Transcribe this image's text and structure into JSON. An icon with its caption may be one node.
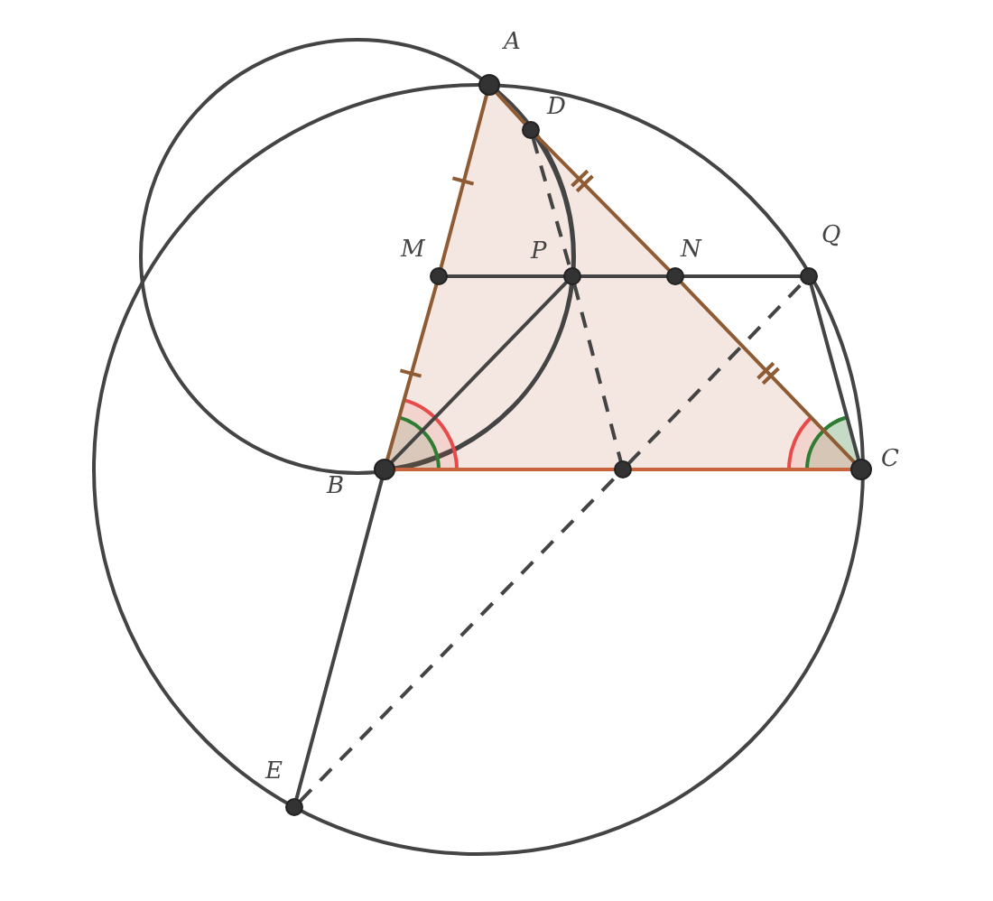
{
  "diagram": {
    "nodes": [
      {
        "text": [],
        "shape": "circle",
        "beside": [
          "A"
        ]
      },
      {
        "text": [],
        "shape": "circle",
        "beside": [
          "D"
        ]
      },
      {
        "text": [],
        "shape": "circle",
        "beside": [
          "M"
        ]
      },
      {
        "text": [],
        "shape": "circle",
        "beside": [
          "P"
        ]
      },
      {
        "text": [],
        "shape": "circle",
        "beside": [
          "N"
        ]
      },
      {
        "text": [],
        "shape": "circle",
        "beside": [
          "Q"
        ]
      },
      {
        "text": [],
        "shape": "circle",
        "beside": [
          "B"
        ]
      },
      {
        "text": [],
        "shape": "circle"
      },
      {
        "text": [],
        "shape": "circle",
        "beside": [
          "C"
        ]
      },
      {
        "text": [],
        "shape": "circle",
        "beside": [
          "E"
        ]
      }
    ],
    "edges": [
      {
        "from": 0,
        "to": 2,
        "arrow": "none",
        "color": "#8e5b34"
      },
      {
        "from": 2,
        "to": 6,
        "arrow": "none",
        "color": "#8e5b34"
      },
      {
        "from": 0,
        "to": 1,
        "arrow": "none",
        "color": "#8e5b34"
      },
      {
        "from": 1,
        "to": 4,
        "arrow": "none",
        "color": "#8e5b34"
      },
      {
        "from": 4,
        "to": 8,
        "arrow": "none",
        "color": "#8e5b34"
      },
      {
        "from": 6,
        "to": 7,
        "arrow": "none",
        "color": "#c8643c"
      },
      {
        "from": 7,
        "to": 8,
        "arrow": "none",
        "color": "#c8643c"
      },
      {
        "from": 2,
        "to": 3,
        "arrow": "none"
      },
      {
        "from": 3,
        "to": 4,
        "arrow": "none"
      },
      {
        "from": 4,
        "to": 5,
        "arrow": "none"
      },
      {
        "from": 6,
        "to": 3,
        "arrow": "none"
      },
      {
        "from": 5,
        "to": 8,
        "arrow": "none"
      },
      {
        "from": 6,
        "to": 9,
        "arrow": "none"
      },
      {
        "from": 9,
        "to": 7,
        "arrow": "none",
        "style": "dashed"
      },
      {
        "from": 7,
        "to": 5,
        "arrow": "none",
        "style": "dashed"
      },
      {
        "from": 1,
        "to": 3,
        "arrow": "none",
        "style": "dashed"
      },
      {
        "from": 3,
        "to": 7,
        "arrow": "none",
        "style": "dashed"
      }
    ]
  }
}
